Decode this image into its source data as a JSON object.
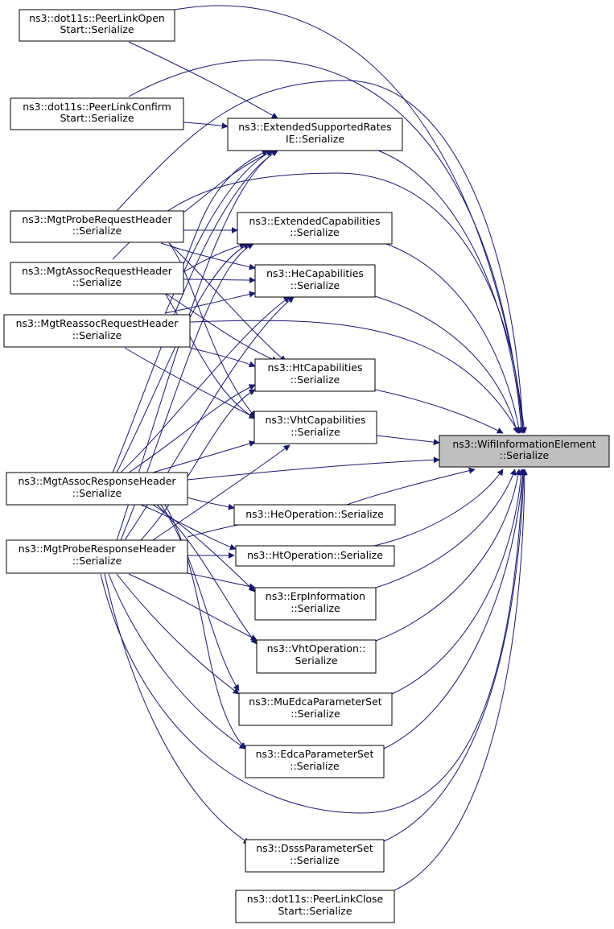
{
  "diagram": {
    "type": "call-graph",
    "edge_color": "#191970",
    "target_fill": "#bfbfbf",
    "nodes": {
      "peerlinkopen": {
        "line1": "ns3::dot11s::PeerLinkOpen",
        "line2": "Start::Serialize"
      },
      "peerlinkconfirm": {
        "line1": "ns3::dot11s::PeerLinkConfirm",
        "line2": "Start::Serialize"
      },
      "probereq": {
        "line1": "ns3::MgtProbeRequestHeader",
        "line2": "::Serialize"
      },
      "assocreq": {
        "line1": "ns3::MgtAssocRequestHeader",
        "line2": "::Serialize"
      },
      "reassocreq": {
        "line1": "ns3::MgtReassocRequestHeader",
        "line2": "::Serialize"
      },
      "assocresp": {
        "line1": "ns3::MgtAssocResponseHeader",
        "line2": "::Serialize"
      },
      "proberesp": {
        "line1": "ns3::MgtProbeResponseHeader",
        "line2": "::Serialize"
      },
      "extsupprates": {
        "line1": "ns3::ExtendedSupportedRates",
        "line2": "IE::Serialize"
      },
      "extcap": {
        "line1": "ns3::ExtendedCapabilities",
        "line2": "::Serialize"
      },
      "hecap": {
        "line1": "ns3::HeCapabilities",
        "line2": "::Serialize"
      },
      "htcap": {
        "line1": "ns3::HtCapabilities",
        "line2": "::Serialize"
      },
      "vhtcap": {
        "line1": "ns3::VhtCapabilities",
        "line2": "::Serialize"
      },
      "heop": {
        "line1": "ns3::HeOperation::Serialize",
        "line2": ""
      },
      "htop": {
        "line1": "ns3::HtOperation::Serialize",
        "line2": ""
      },
      "erp": {
        "line1": "ns3::ErpInformation",
        "line2": "::Serialize"
      },
      "vhtop": {
        "line1": "ns3::VhtOperation::",
        "line2": "Serialize"
      },
      "muedca": {
        "line1": "ns3::MuEdcaParameterSet",
        "line2": "::Serialize"
      },
      "edca": {
        "line1": "ns3::EdcaParameterSet",
        "line2": "::Serialize"
      },
      "dsss": {
        "line1": "ns3::DsssParameterSet",
        "line2": "::Serialize"
      },
      "peerlinkclose": {
        "line1": "ns3::dot11s::PeerLinkClose",
        "line2": "Start::Serialize"
      },
      "wifiie": {
        "line1": "ns3::WifiInformationElement",
        "line2": "::Serialize"
      }
    }
  }
}
